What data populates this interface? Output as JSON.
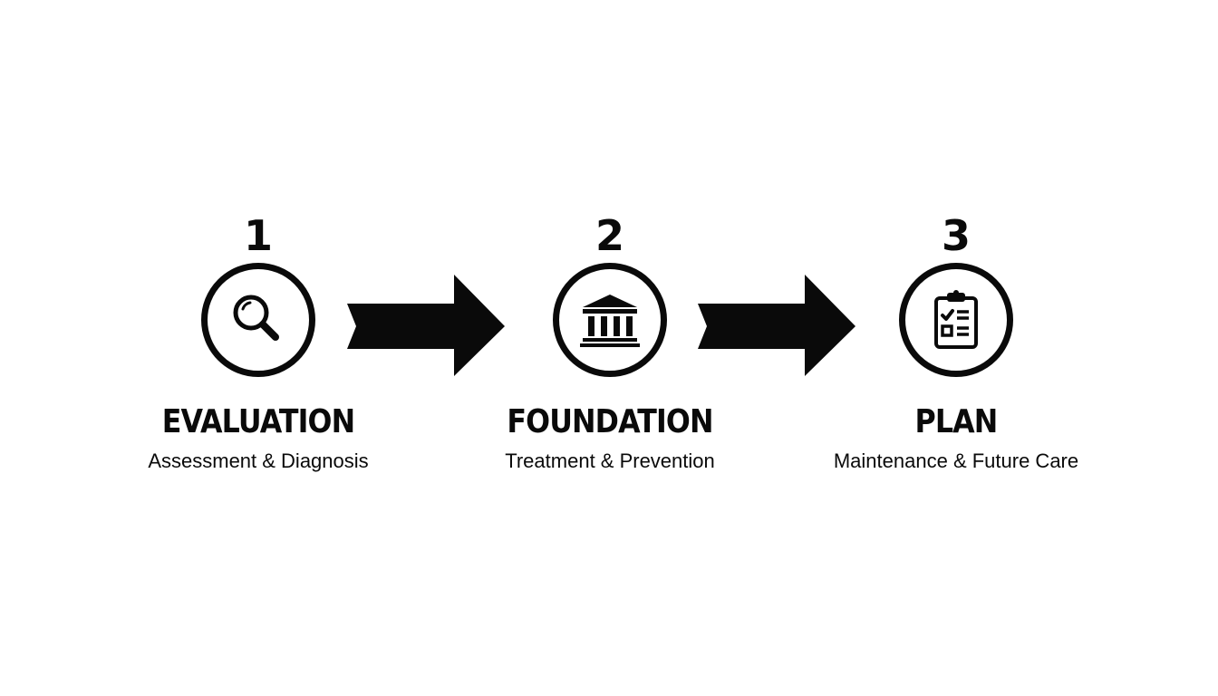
{
  "colors": {
    "ink": "#0a0a0a",
    "background": "#ffffff"
  },
  "steps": [
    {
      "number": "1",
      "title": "EVALUATION",
      "subtitle": "Assessment & Diagnosis",
      "icon": "magnifying-glass-icon"
    },
    {
      "number": "2",
      "title": "FOUNDATION",
      "subtitle": "Treatment & Prevention",
      "icon": "bank-building-icon"
    },
    {
      "number": "3",
      "title": "PLAN",
      "subtitle": "Maintenance & Future Care",
      "icon": "clipboard-checklist-icon"
    }
  ],
  "connectors": [
    {
      "from": "1",
      "to": "2",
      "icon": "right-arrow-icon"
    },
    {
      "from": "2",
      "to": "3",
      "icon": "right-arrow-icon"
    }
  ]
}
